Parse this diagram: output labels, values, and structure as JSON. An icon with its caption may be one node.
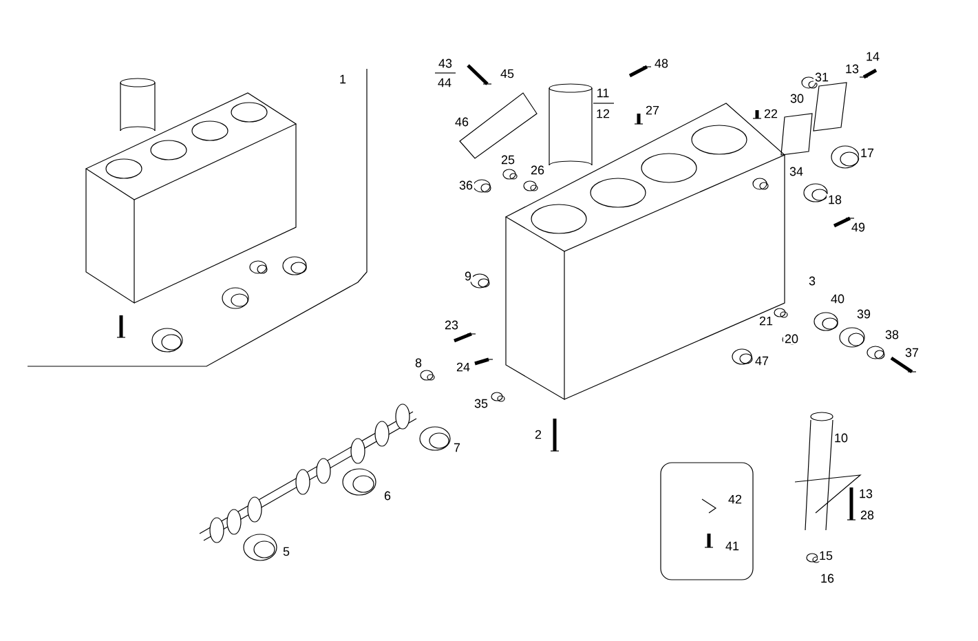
{
  "diagram": {
    "nodes": [
      {
        "text": [
          "42",
          "41"
        ]
      }
    ],
    "edges": [],
    "labels": [
      "43",
      "48",
      "14",
      "13",
      "1",
      "45",
      "31",
      "11",
      "44",
      "30",
      "27",
      "22",
      "12",
      "46",
      "17",
      "25",
      "26",
      "36",
      "34",
      "18",
      "49",
      "3",
      "9",
      "40",
      "39",
      "21",
      "20",
      "23",
      "38",
      "37",
      "47",
      "8",
      "24",
      "35",
      "2",
      "10",
      "7",
      "6",
      "13",
      "28",
      "5",
      "15",
      "16"
    ]
  }
}
